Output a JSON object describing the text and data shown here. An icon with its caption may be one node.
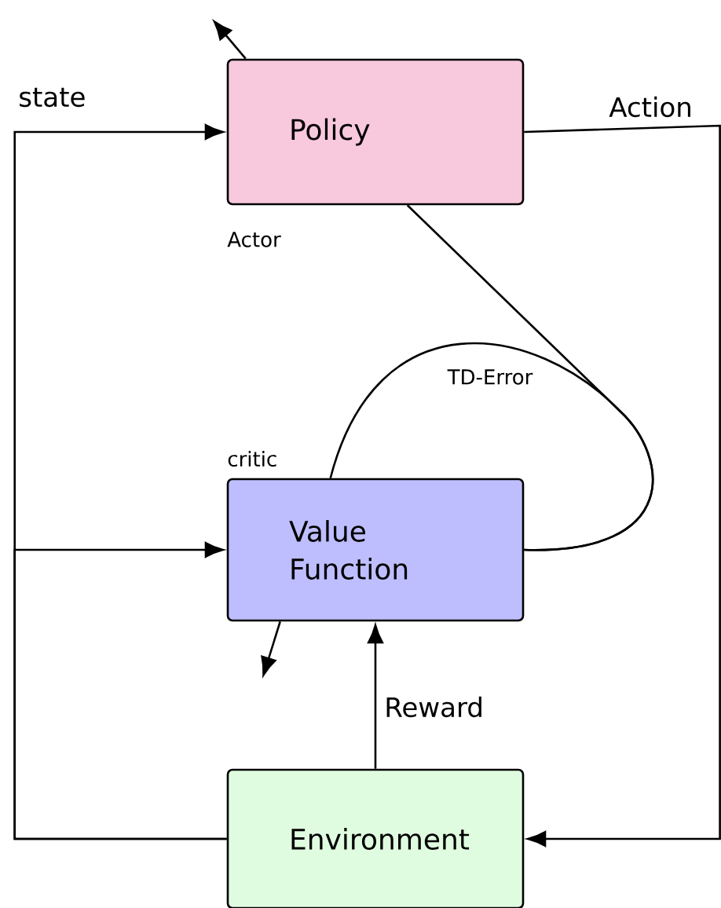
{
  "diagram": {
    "nodes": [
      {
        "text": [
          "Policy"
        ],
        "beside": [
          "Actor"
        ]
      },
      {
        "text": [
          "Value Function"
        ],
        "beside": [
          "critic"
        ]
      },
      {
        "text": [
          "Environment"
        ]
      }
    ],
    "edges": [
      {
        "from": 2,
        "to": 0,
        "arrow": "to",
        "label": "state"
      },
      {
        "from": 2,
        "to": 1,
        "arrow": "to"
      },
      {
        "from": 0,
        "to": 2,
        "arrow": "to",
        "label": "Action"
      },
      {
        "from": 2,
        "to": 1,
        "arrow": "to",
        "label": "Reward"
      },
      {
        "from": 1,
        "to": 1,
        "arrow": "none",
        "label": "TD-Error"
      },
      {
        "from": 0,
        "to": 1,
        "arrow": "none"
      },
      {
        "from": 0,
        "to": null,
        "arrow": "to"
      },
      {
        "from": 1,
        "to": null,
        "arrow": "to"
      }
    ]
  }
}
